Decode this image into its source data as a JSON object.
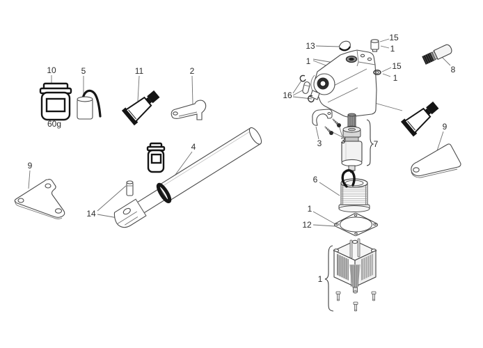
{
  "diagram": {
    "type": "exploded-parts-diagram",
    "background_color": "#ffffff",
    "line_color": "#4a4a4a",
    "dark_part_color": "#141414",
    "label_color": "#2b2b2b",
    "callouts": [
      {
        "text": "10",
        "part": "grease-jar"
      },
      {
        "text": "60g",
        "part": "grease-jar-weight"
      },
      {
        "text": "5",
        "part": "capacitor"
      },
      {
        "text": "11",
        "part": "glue-tube-left"
      },
      {
        "text": "2",
        "part": "release-handle"
      },
      {
        "text": "9",
        "part": "mounting-plate-left"
      },
      {
        "text": "14",
        "part": "clevis-pin-and-oring"
      },
      {
        "text": "4",
        "part": "telescopic-arm"
      },
      {
        "text": "13",
        "part": "rubber-cap"
      },
      {
        "text": "1",
        "part": "gear-housing"
      },
      {
        "text": "15",
        "part": "breather-plug"
      },
      {
        "text": "1",
        "part": "breather-plug-seat"
      },
      {
        "text": "15",
        "part": "side-oring"
      },
      {
        "text": "1",
        "part": "side-oring-seat"
      },
      {
        "text": "16",
        "part": "pin-with-clips"
      },
      {
        "text": "8",
        "part": "cylinder-fitting"
      },
      {
        "text": "3",
        "part": "saddle-clamp"
      },
      {
        "text": "3",
        "part": "clamp-screws"
      },
      {
        "text": "7",
        "part": "rotor-assembly"
      },
      {
        "text": "6",
        "part": "stator-coil"
      },
      {
        "text": "1",
        "part": "gasket-seat"
      },
      {
        "text": "12",
        "part": "gasket"
      },
      {
        "text": "1",
        "part": "motor-body"
      },
      {
        "text": "9",
        "part": "mounting-plate-right"
      }
    ]
  }
}
